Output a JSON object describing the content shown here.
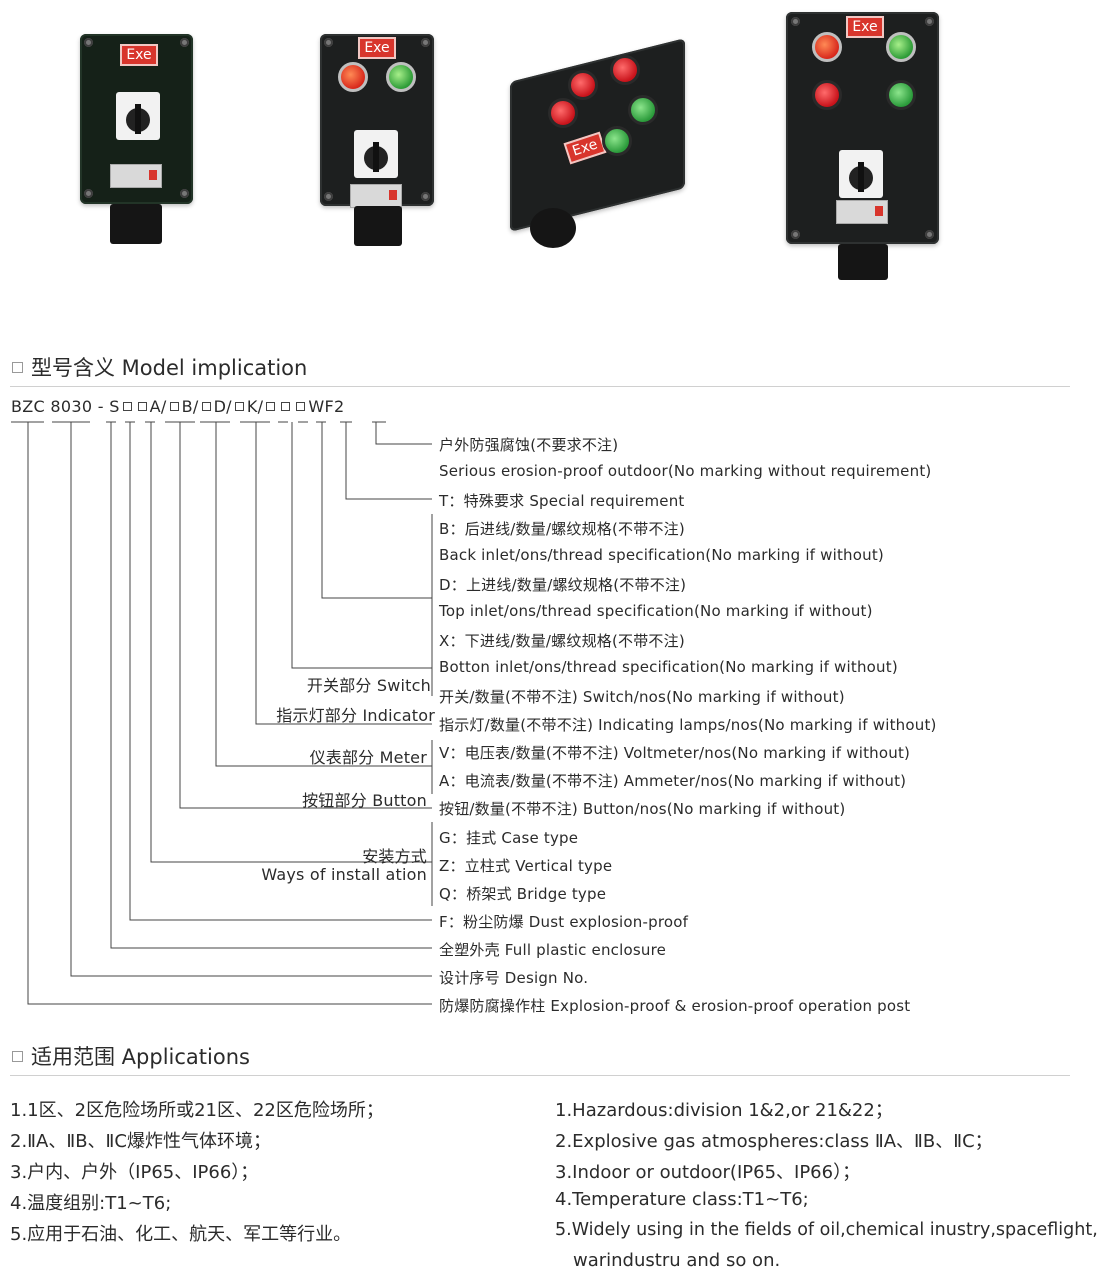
{
  "products": [
    {
      "exe": "Exe"
    },
    {
      "exe": "Exe"
    },
    {
      "exe": "Exe"
    },
    {
      "exe": "Exe"
    }
  ],
  "model_section": {
    "title": "型号含义 Model implication",
    "code": {
      "bzc": "BZC",
      "num": "8030",
      "dash": "-",
      "s": "S",
      "a": "A/",
      "b": "B/",
      "d": "D/",
      "k": "K/",
      "wf2": "WF2"
    },
    "descriptions": [
      "户外防强腐蚀(不要求不注)",
      "Serious erosion-proof outdoor(No marking without requirement)",
      "T：特殊要求  Special requirement",
      "B：后进线/数量/螺纹规格(不带不注)",
      "Back inlet/ons/thread specification(No marking if without)",
      "D：上进线/数量/螺纹规格(不带不注)",
      "Top inlet/ons/thread specification(No marking if without)",
      "X：下进线/数量/螺纹规格(不带不注)",
      "Botton inlet/ons/thread specification(No marking if without)",
      "开关/数量(不带不注)  Switch/nos(No marking if without)",
      "指示灯/数量(不带不注)  Indicating lamps/nos(No marking if without)",
      "V：电压表/数量(不带不注)  Voltmeter/nos(No marking if without)",
      "A：电流表/数量(不带不注)  Ammeter/nos(No marking if without)",
      "按钮/数量(不带不注)  Button/nos(No marking if without)",
      "G：挂式  Case type",
      "Z：立柱式  Vertical type",
      "Q：桥架式  Bridge type",
      "F：粉尘防爆  Dust explosion-proof",
      "全塑外壳  Full plastic enclosure",
      "设计序号  Design No.",
      "防爆防腐操作柱  Explosion-proof & erosion-proof operation post"
    ],
    "labels": {
      "switch": "开关部分  Switch",
      "indicator": "指示灯部分  Indicator",
      "meter": "仪表部分  Meter",
      "button": "按钮部分  Button",
      "install_cn": "安装方式",
      "install_en": "Ways of install ation"
    }
  },
  "applications_section": {
    "title": "适用范围 Applications",
    "cn": [
      "1.1区、2区危险场所或21区、22区危险场所；",
      "2.ⅡA、ⅡB、ⅡC爆炸性气体环境；",
      "3.户内、户外（IP65、IP66）；",
      "4.温度组别:T1~T6;",
      "5.应用于石油、化工、航天、军工等行业。"
    ],
    "en": [
      "1.Hazardous:division 1&2,or 21&22；",
      "2.Explosive gas atmospheres:class ⅡA、ⅡB、ⅡC；",
      "3.Indoor or outdoor(IP65、IP66）；",
      "4.Temperature class:T1~T6;",
      "5.Widely using in the fields of oil,chemical inustry,spaceflight,",
      "warindustru and so on."
    ]
  }
}
